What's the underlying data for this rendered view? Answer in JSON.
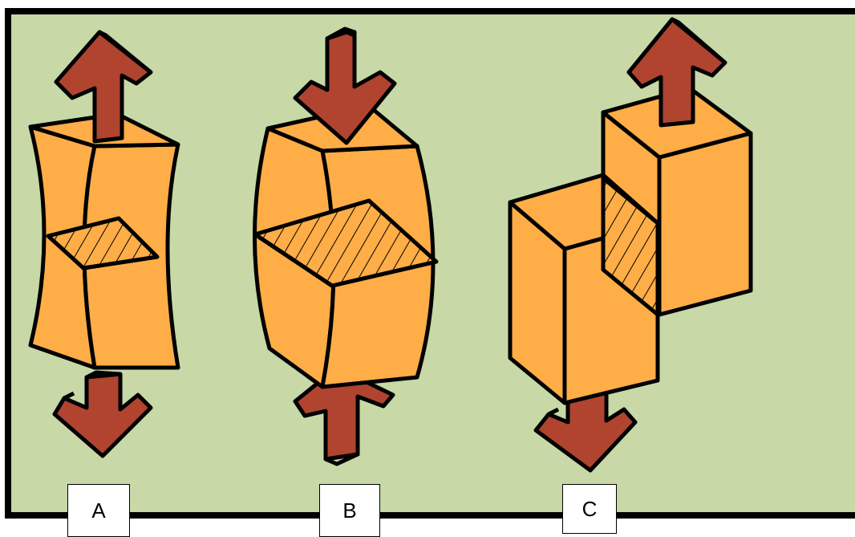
{
  "colors": {
    "background": "#c8d8a6",
    "block": "#ffad47",
    "arrow": "#b0442f",
    "outline": "#000000",
    "label_box": "#ffffff"
  },
  "panels": [
    {
      "label": "A",
      "depicts": "tension",
      "arrows": [
        "arrow-up-icon",
        "arrow-down-icon"
      ]
    },
    {
      "label": "B",
      "depicts": "compression",
      "arrows": [
        "arrow-down-icon",
        "arrow-up-icon"
      ]
    },
    {
      "label": "C",
      "depicts": "shear",
      "arrows": [
        "arrow-up-icon",
        "arrow-down-icon"
      ]
    }
  ]
}
